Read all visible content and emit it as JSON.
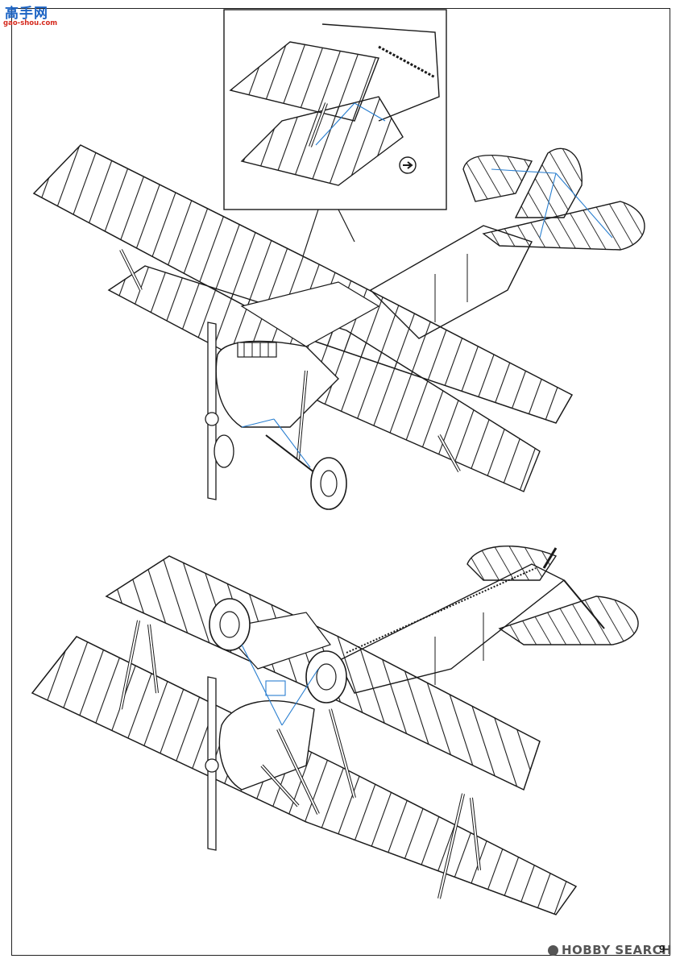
{
  "logo": {
    "text": "高手网",
    "url": "gao-shou.com"
  },
  "watermark": {
    "text": "HOBBY SEARCH"
  },
  "page": {
    "number": "9"
  },
  "figures": [
    {
      "id": "detail-inset",
      "icon": "connector-arrow-icon"
    },
    {
      "id": "top-view-aircraft"
    },
    {
      "id": "bottom-view-aircraft"
    }
  ],
  "colors": {
    "line": "#1a1a1a",
    "rigging": "#2a7fd0",
    "logo_blue": "#1d64c4",
    "logo_red": "#d52a1e"
  }
}
